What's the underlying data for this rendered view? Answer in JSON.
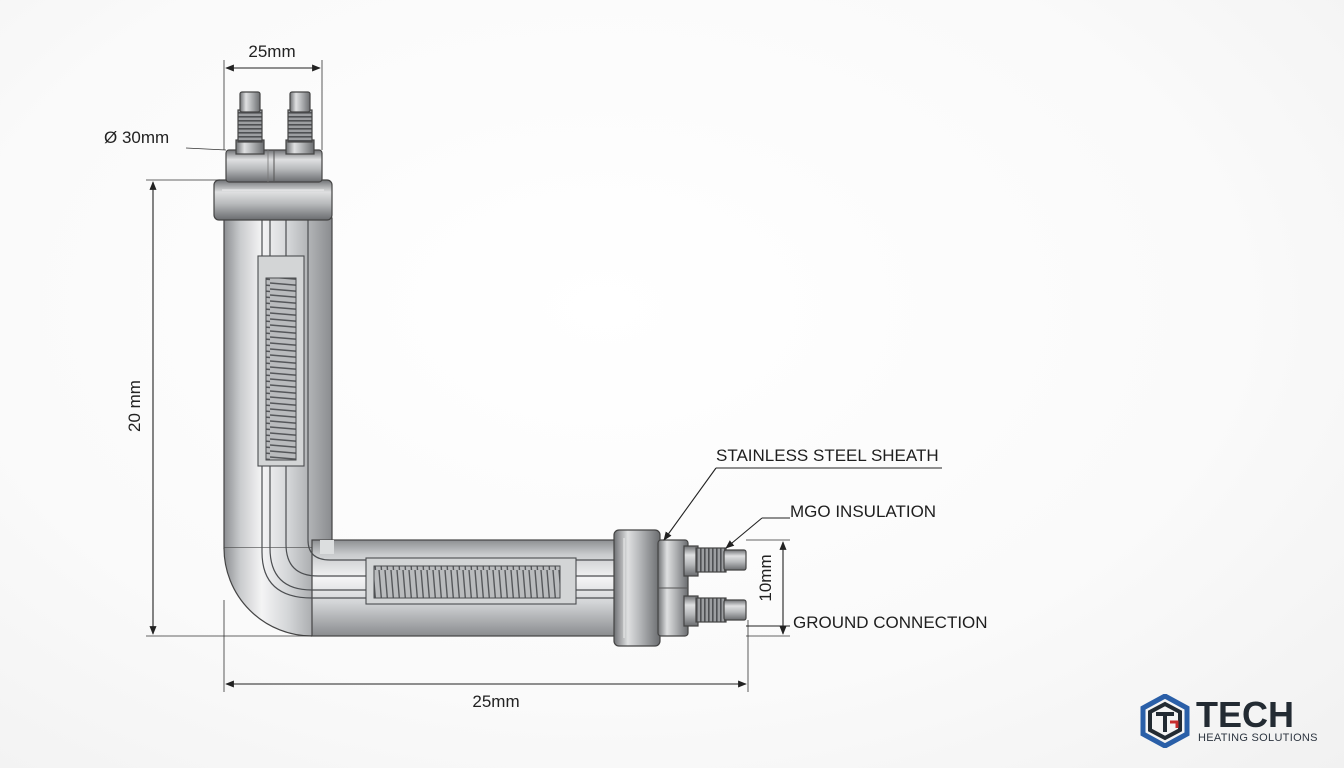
{
  "dimensions": {
    "top_width": "25mm",
    "diameter": "Ø 30mm",
    "height": "20 mm",
    "bottom_length": "25mm",
    "terminal_spacing": "10mm"
  },
  "callouts": {
    "sheath": "STAINLESS STEEL SHEATH",
    "insulation": "MGO INSULATION",
    "ground": "GROUND CONNECTION"
  },
  "logo": {
    "name": "TECH",
    "tagline": "HEATING SOLUTIONS",
    "icon": "hexagon-tg-logo-icon",
    "colors": {
      "dark": "#232b33",
      "accent": "#c62d2d",
      "blue": "#2a5fa8"
    }
  }
}
